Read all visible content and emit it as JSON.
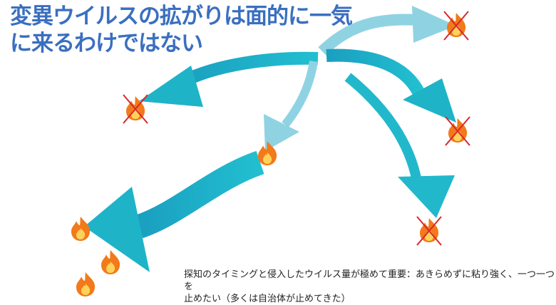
{
  "title": {
    "line1": "変異ウイルスの拡がりは面的に一気",
    "line2": "に来るわけではない"
  },
  "note": {
    "line1": "探知のタイミングと侵入したウイルス量が極めて重要：あきらめずに粘り強く、一つ一つを",
    "line2": "止めたい（多くは自治体が止めてきた）"
  },
  "colors": {
    "title": "#3a6fc0",
    "arrow_teal": "#1fb3c8",
    "arrow_light": "#8fd3e3",
    "flame_outer": "#f27a1a",
    "flame_inner": "#fcd25a",
    "cross": "#d9262b"
  }
}
